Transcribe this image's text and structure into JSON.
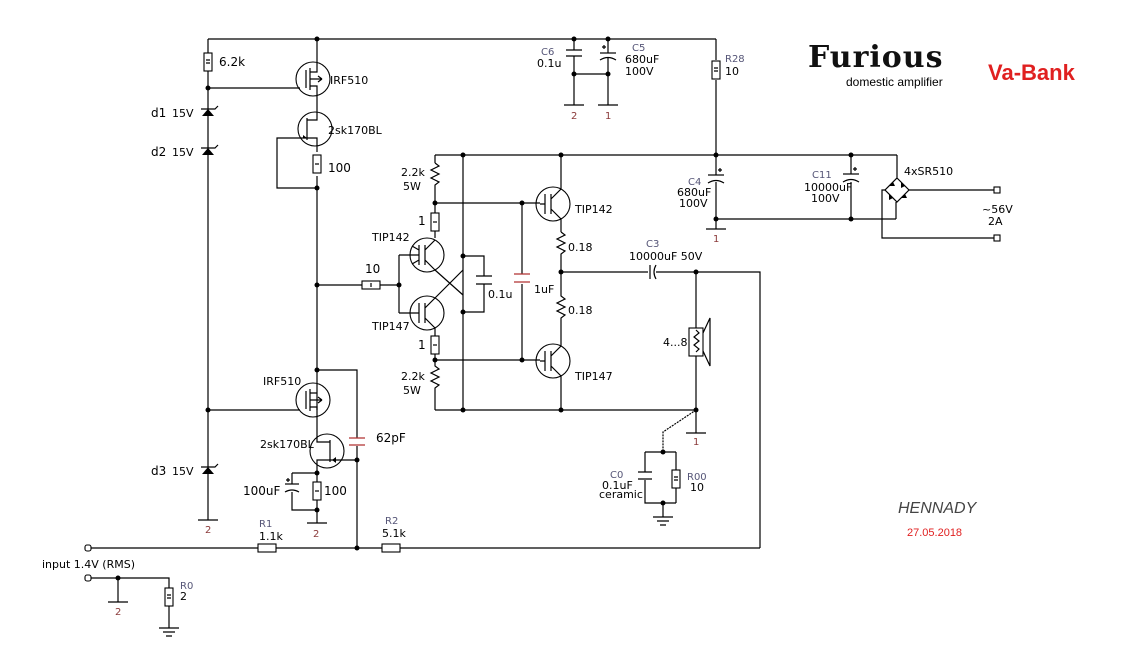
{
  "header": {
    "title": "Furious",
    "subtitle": "domestic amplifier",
    "brand": "Va-Bank"
  },
  "footer": {
    "author": "HENNADY",
    "date": "27.05.2018"
  },
  "components": {
    "r_62k": {
      "value": "6.2k"
    },
    "q_irf510_top": {
      "part": "IRF510"
    },
    "q_2sk170_top": {
      "part": "2sk170BL"
    },
    "r_100_top": {
      "value": "100"
    },
    "d1": {
      "ref": "d1",
      "value": "15V"
    },
    "d2": {
      "ref": "d2",
      "value": "15V"
    },
    "d3": {
      "ref": "d3",
      "value": "15V"
    },
    "c6": {
      "ref": "C6",
      "value": "0.1u",
      "net": "2"
    },
    "c5": {
      "ref": "C5",
      "value": "680uF",
      "voltage": "100V",
      "net": "1"
    },
    "r28": {
      "ref": "R28",
      "value": "10"
    },
    "c4": {
      "ref": "C4",
      "value": "680uF",
      "voltage": "100V",
      "net": "1"
    },
    "c11": {
      "ref": "C11",
      "value": "10000uF",
      "voltage": "100V"
    },
    "bridge": {
      "part": "4xSR510"
    },
    "supply": {
      "voltage": "~56V",
      "current": "2A"
    },
    "r_22k_top": {
      "value": "2.2k",
      "power": "5W"
    },
    "r_1_top": {
      "value": "1"
    },
    "q_tip142_driver": {
      "part": "TIP142"
    },
    "q_tip147_driver": {
      "part": "TIP147"
    },
    "r_10_base": {
      "value": "10"
    },
    "c_01u_mid": {
      "value": "0.1u"
    },
    "c_1uf": {
      "value": "1uF"
    },
    "r_1_bot": {
      "value": "1"
    },
    "r_22k_bot": {
      "value": "2.2k",
      "power": "5W"
    },
    "q_tip142_out": {
      "part": "TIP142"
    },
    "q_tip147_out": {
      "part": "TIP147"
    },
    "r_018_top": {
      "value": "0.18"
    },
    "r_018_bot": {
      "value": "0.18"
    },
    "c3": {
      "ref": "C3",
      "value": "10000uF 50V"
    },
    "speaker": {
      "value": "4...8"
    },
    "gnd1": {
      "net": "1"
    },
    "c0": {
      "ref": "C0",
      "value": "0.1uF",
      "type": "ceramic"
    },
    "r00": {
      "ref": "R00",
      "value": "10"
    },
    "q_irf510_bot": {
      "part": "IRF510"
    },
    "q_2sk170_bot": {
      "part": "2sk170BL"
    },
    "c_62pf": {
      "value": "62pF"
    },
    "c_100uf": {
      "value": "100uF"
    },
    "r_100_bot": {
      "value": "100"
    },
    "gnd_d3": {
      "net": "2"
    },
    "gnd_src": {
      "net": "2"
    },
    "r1": {
      "ref": "R1",
      "value": "1.1k"
    },
    "r2": {
      "ref": "R2",
      "value": "5.1k"
    },
    "input": {
      "label": "input 1.4V (RMS)",
      "net": "2"
    },
    "r0": {
      "ref": "R0",
      "value": "2"
    }
  }
}
